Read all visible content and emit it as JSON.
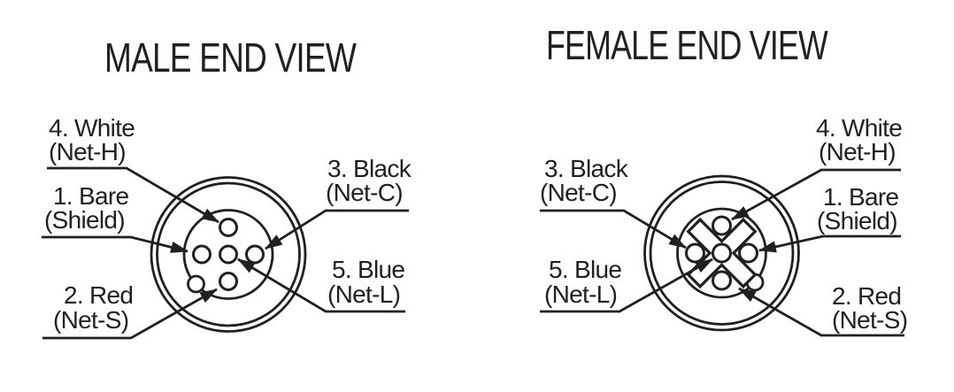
{
  "diagram": {
    "type": "connector-pinout",
    "ink_color": "#231f20",
    "background_color": "#ffffff",
    "male_view": {
      "title": "MALE END VIEW"
    },
    "female_view": {
      "title": "FEMALE END VIEW"
    },
    "pins": {
      "p1": {
        "wire": "1. Bare",
        "net": "(Shield)"
      },
      "p2": {
        "wire": "2. Red",
        "net": "(Net-S)"
      },
      "p3": {
        "wire": "3. Black",
        "net": "(Net-C)"
      },
      "p4": {
        "wire": "4. White",
        "net": "(Net-H)"
      },
      "p5": {
        "wire": "5. Blue",
        "net": "(Net-L)"
      }
    }
  }
}
